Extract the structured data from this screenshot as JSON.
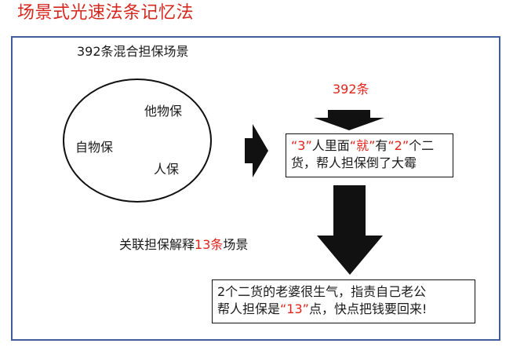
{
  "title": "场景式光速法条记忆法",
  "left": {
    "heading": "392条混合担保场景",
    "circle_labels": {
      "other": "他物保",
      "self": "自物保",
      "person": "人保"
    },
    "caption_prefix": "关联担保解释",
    "caption_num": "13条",
    "caption_suffix": "场景"
  },
  "right": {
    "top_number": "392条",
    "box1": {
      "q1": "“3”",
      "t1": "人里面",
      "q2": "“就”",
      "t2": "有",
      "q3": "“2”",
      "t3": "个二",
      "line2": "货，帮人担保倒了大霉"
    },
    "box2": {
      "line1": "2个二货的老婆很生气，指责自己老公",
      "l2a": "帮人担保是",
      "l2b": "“13”",
      "l2c": "点，快点把钱要回来!"
    }
  },
  "colors": {
    "accent": "#e2231a",
    "frame": "#3f5e9b"
  }
}
